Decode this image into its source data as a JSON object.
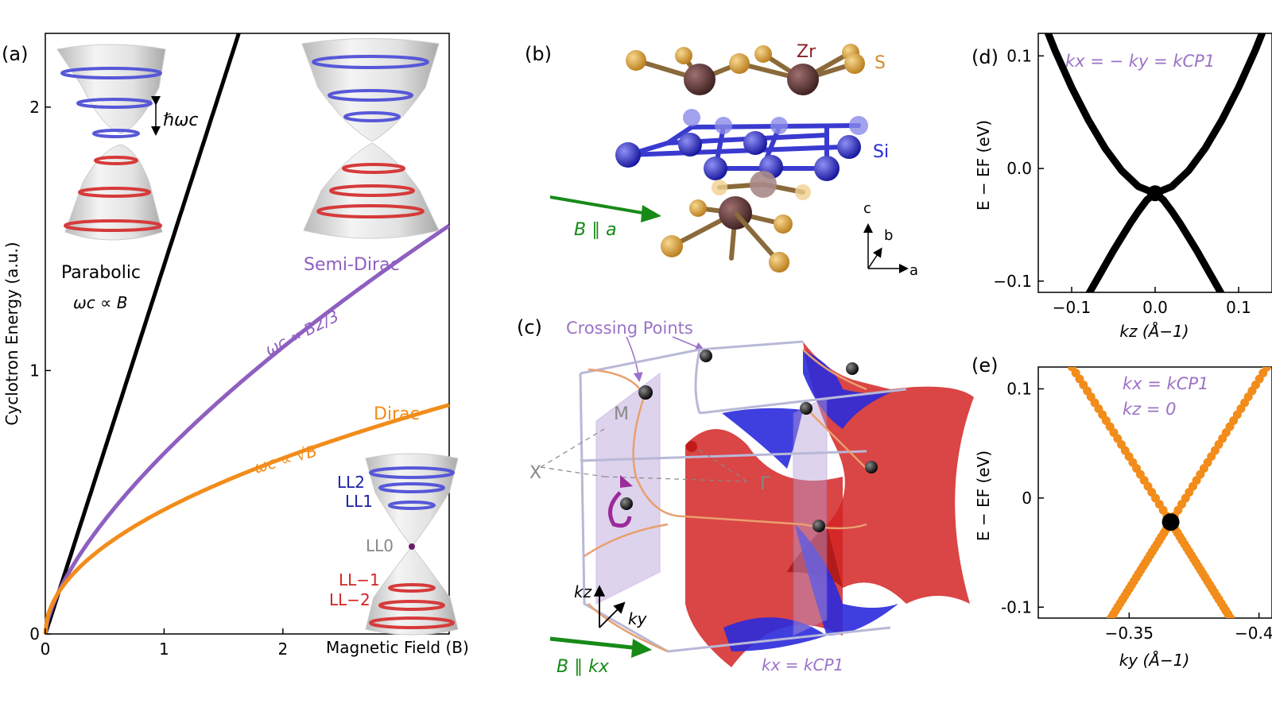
{
  "panels": {
    "a": "(a)",
    "b": "(b)",
    "c": "(c)",
    "d": "(d)",
    "e": "(e)"
  },
  "panel_a": {
    "cone_parabolic": {
      "label": "Parabolic",
      "formula": "ωc ∝ B",
      "gap": "ℏωc"
    },
    "curve_labels": {
      "semidirac": "Semi-Dirac",
      "semidirac_law": "ωc ∝ B2/3",
      "dirac": "Dirac",
      "dirac_law": "ωc ∝ √B"
    },
    "levels": {
      "ll2": "LL2",
      "ll1": "LL1",
      "ll0": "LL0",
      "llm1": "LL−1",
      "llm2": "LL−2"
    }
  },
  "panel_b": {
    "atoms": {
      "zr": "Zr",
      "s": "S",
      "si": "Si"
    },
    "field": "B ∥ a",
    "axes": {
      "c": "c",
      "b": "b",
      "a": "a"
    }
  },
  "panel_c": {
    "crossing": "Crossing Points",
    "points": {
      "m": "M",
      "x": "X",
      "gamma": "Γ"
    },
    "kz": "kz",
    "ky": "ky",
    "field": "B ∥ kx",
    "plane": "kx = kCP1"
  },
  "panel_d_annot": "kx = − ky = kCP1",
  "panel_e_annot": [
    "kx = kCP1",
    "kz = 0"
  ],
  "colors": {
    "parabolic": "#000000",
    "semidirac": "#8e5fc0",
    "dirac": "#f28c1a",
    "fermi_surface_red": "#d42424",
    "fermi_surface_blue": "#2a2adb",
    "annotation_purple": "#9b72c7"
  },
  "chart_data": [
    {
      "id": "a",
      "type": "line",
      "xlabel": "Magnetic Field (B)",
      "ylabel": "Cyclotron Energy (a.u.)",
      "xlim": [
        0,
        3.4
      ],
      "ylim": [
        0,
        2.28
      ],
      "xticks": [
        0,
        1,
        2
      ],
      "yticks": [
        0,
        1,
        2
      ],
      "series": [
        {
          "name": "Parabolic",
          "law": "linear",
          "coef": 1.4
        },
        {
          "name": "Semi-Dirac",
          "law": "power2/3",
          "coef": 0.6856
        },
        {
          "name": "Dirac",
          "law": "sqrt",
          "coef": 0.4716
        }
      ]
    },
    {
      "id": "d",
      "type": "line",
      "xlabel": "kz (Å−1)",
      "ylabel": "E − EF (eV)",
      "xlim": [
        -0.14,
        0.14
      ],
      "ylim": [
        -0.11,
        0.12
      ],
      "xticks": [
        -0.1,
        0.0,
        0.1
      ],
      "xtick_labels": [
        "−0.1",
        "0.0",
        "0.1"
      ],
      "yticks": [
        -0.1,
        0.0,
        0.1
      ],
      "ytick_labels": [
        "−0.1",
        "0.0",
        "0.1"
      ],
      "crossing": {
        "x": 0.0,
        "y": -0.022
      },
      "bands": [
        {
          "x": [
            -0.14,
            -0.12,
            -0.1,
            -0.08,
            -0.06,
            -0.04,
            -0.02,
            0,
            0.02,
            0.04,
            0.06,
            0.08,
            0.1,
            0.12,
            0.14
          ],
          "y": [
            0.142,
            0.105,
            0.072,
            0.043,
            0.018,
            -0.002,
            -0.016,
            -0.022,
            -0.016,
            -0.002,
            0.018,
            0.043,
            0.072,
            0.105,
            0.142
          ]
        },
        {
          "x": [
            -0.08,
            -0.07,
            -0.06,
            -0.05,
            -0.04,
            -0.03,
            -0.02,
            -0.01,
            0,
            0.01,
            0.02,
            0.03,
            0.04,
            0.05,
            0.06,
            0.07,
            0.08
          ],
          "y": [
            -0.112,
            -0.099,
            -0.086,
            -0.073,
            -0.061,
            -0.049,
            -0.038,
            -0.028,
            -0.022,
            -0.028,
            -0.038,
            -0.049,
            -0.061,
            -0.073,
            -0.086,
            -0.099,
            -0.112
          ]
        }
      ]
    },
    {
      "id": "e",
      "type": "scatter",
      "xlabel": "ky (Å−1)",
      "ylabel": "E − EF (eV)",
      "xlim": [
        -0.315,
        -0.405
      ],
      "ylim": [
        -0.11,
        0.12
      ],
      "xticks": [
        -0.35,
        -0.4
      ],
      "xtick_labels": [
        "−0.35",
        "−0.40"
      ],
      "yticks": [
        -0.1,
        0,
        0.1
      ],
      "ytick_labels": [
        "-0.1",
        "0",
        "0.1"
      ],
      "crossing": {
        "x": -0.366,
        "y": -0.022
      },
      "bands": [
        {
          "x": [
            -0.328,
            -0.366,
            -0.389
          ],
          "y": [
            0.12,
            -0.022,
            -0.11
          ]
        },
        {
          "x": [
            -0.343,
            -0.366,
            -0.403
          ],
          "y": [
            -0.11,
            -0.022,
            0.12
          ]
        }
      ]
    }
  ]
}
